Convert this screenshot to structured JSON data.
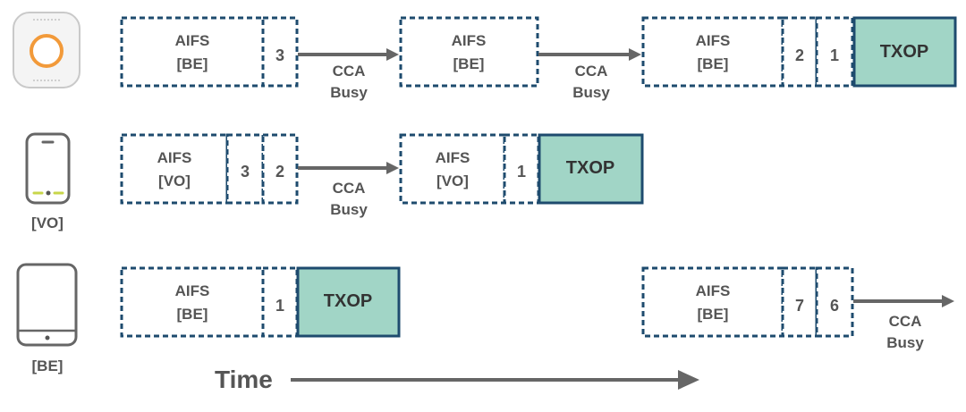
{
  "labels": {
    "aifs": "AIFS",
    "be": "[BE]",
    "vo": "[VO]",
    "txop": "TXOP",
    "cca": "CCA",
    "busy": "Busy",
    "time": "Time"
  },
  "rows": [
    {
      "device": "access-point",
      "device_label": "",
      "counters": [
        "3",
        "2",
        "1"
      ]
    },
    {
      "device": "phone",
      "device_label": "[VO]",
      "counters": [
        "3",
        "2",
        "1"
      ]
    },
    {
      "device": "tablet",
      "device_label": "[BE]",
      "counters": [
        "1",
        "7",
        "6"
      ]
    }
  ],
  "colors": {
    "border": "#1e4b6e",
    "txop_fill": "#a1d5c6",
    "ap_ring": "#f29a3a",
    "phone_leds": "#c8d64a",
    "arrow": "#666666",
    "text": "#555555"
  }
}
